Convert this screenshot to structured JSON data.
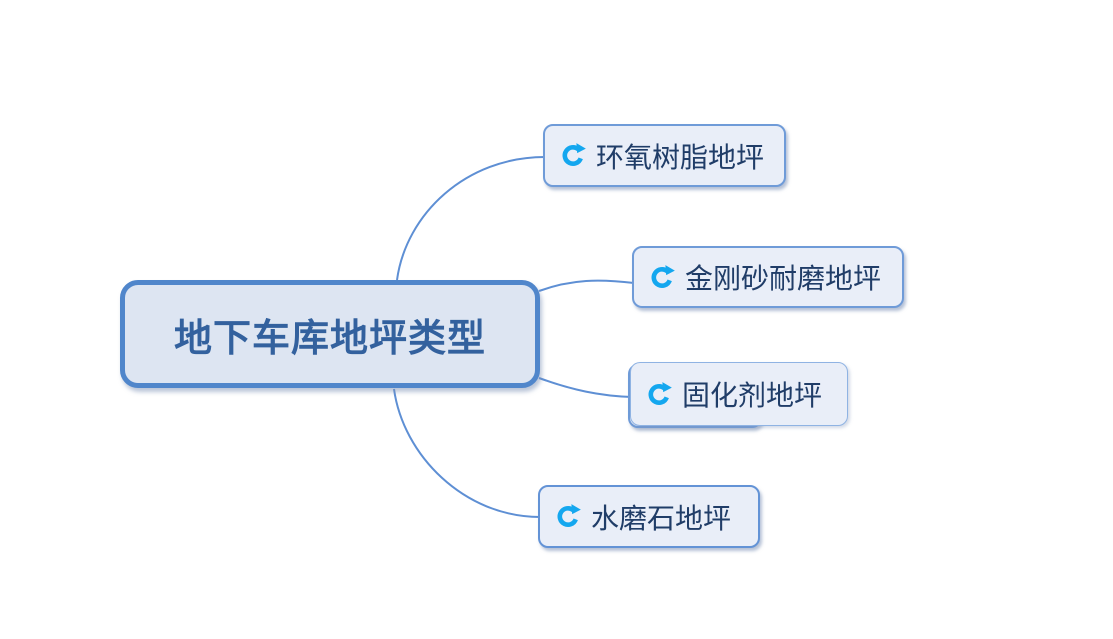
{
  "mindmap": {
    "root": {
      "label": "地下车库地坪类型"
    },
    "branches": [
      {
        "label": "环氧树脂地坪",
        "icon": "refresh-icon"
      },
      {
        "label": "金刚砂耐磨地坪",
        "icon": "refresh-icon"
      },
      {
        "label": "固化剂地坪",
        "icon": "refresh-icon"
      },
      {
        "label": "水磨石地坪",
        "icon": "refresh-icon"
      }
    ],
    "colors": {
      "background": "#ffffff",
      "root_fill": "#dde5f2",
      "root_border": "#5086cb",
      "root_text": "#33619e",
      "branch_fill": "#e9eef8",
      "branch_border": "#6f9bd8",
      "branch_text": "#203d68",
      "connector": "#5e8fd4",
      "icon": "#14a7ef"
    }
  }
}
